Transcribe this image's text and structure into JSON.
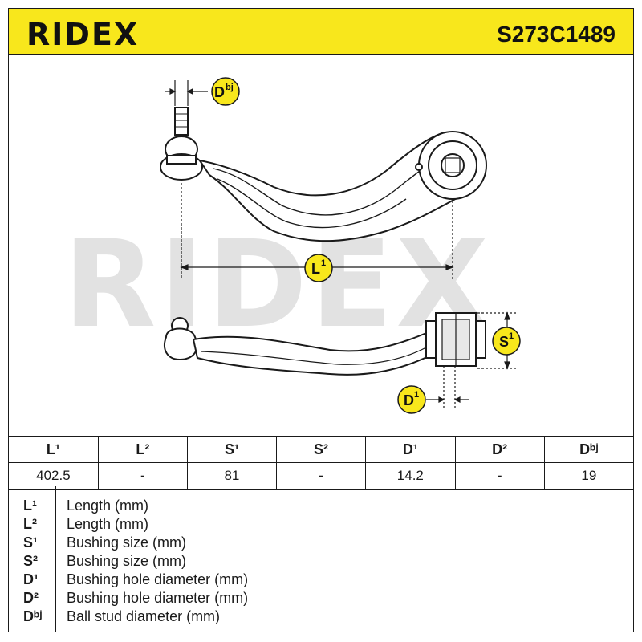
{
  "brand": "RIDEX",
  "part_number": "S273C1489",
  "watermark": "RIDEX",
  "callouts": {
    "dbj": {
      "main": "D",
      "sup": "bj"
    },
    "l1": {
      "main": "L",
      "sup": "1"
    },
    "s1": {
      "main": "S",
      "sup": "1"
    },
    "d1": {
      "main": "D",
      "sup": "1"
    }
  },
  "table": {
    "headers": [
      "L¹",
      "L²",
      "S¹",
      "S²",
      "D¹",
      "D²",
      "Dᵇʲ"
    ],
    "values": [
      "402.5",
      "-",
      "81",
      "-",
      "14.2",
      "-",
      "19"
    ]
  },
  "legend": [
    {
      "key": "L¹",
      "label": "Length (mm)"
    },
    {
      "key": "L²",
      "label": "Length (mm)"
    },
    {
      "key": "S¹",
      "label": "Bushing size (mm)"
    },
    {
      "key": "S²",
      "label": "Bushing size (mm)"
    },
    {
      "key": "D¹",
      "label": "Bushing hole diameter (mm)"
    },
    {
      "key": "D²",
      "label": "Bushing hole diameter (mm)"
    },
    {
      "key": "Dᵇʲ",
      "label": "Ball stud diameter (mm)"
    }
  ],
  "colors": {
    "accent": "#f8e71c",
    "line": "#1a1a1a",
    "watermark": "#e2e2e2"
  }
}
